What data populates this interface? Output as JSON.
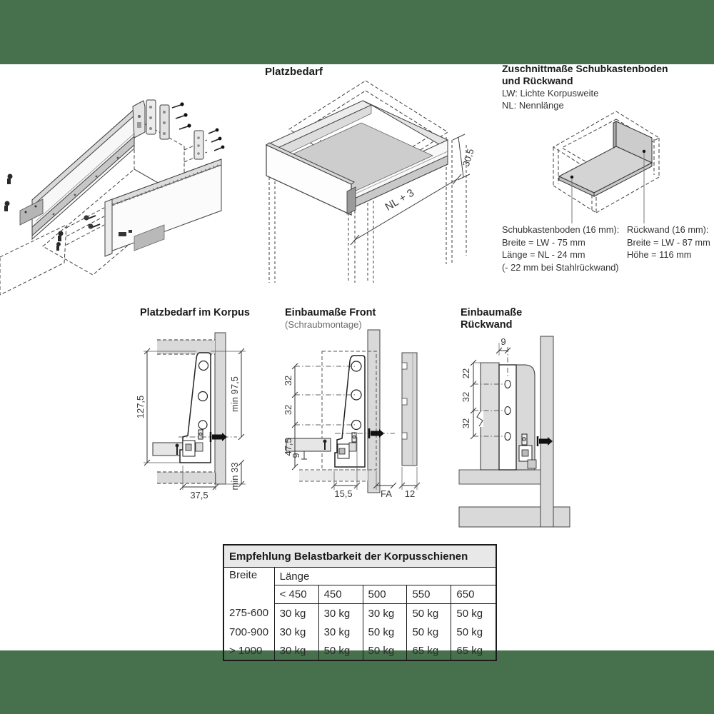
{
  "page": {
    "band_color": "#47714D"
  },
  "sections": {
    "platzbedarf": {
      "title": "Platzbedarf",
      "dim_depth": "NL + 3",
      "dim_height": "30,5"
    },
    "zuschnitt": {
      "title_line1": "Zuschnittmaße Schubkastenboden",
      "title_line2": "und Rückwand",
      "legend_lw": "LW: Lichte Korpusweite",
      "legend_nl": "NL: Nennlänge",
      "boden": {
        "heading": "Schubkastenboden (16 mm):",
        "line1": "Breite = LW - 75 mm",
        "line2": "Länge = NL - 24 mm",
        "line3": "(- 22 mm bei Stahlrückwand)"
      },
      "rueckwand": {
        "heading": "Rückwand (16 mm):",
        "line1": "Breite = LW - 87 mm",
        "line2": "Höhe = 116 mm"
      }
    },
    "platzbedarf_korpus": {
      "title": "Platzbedarf im Korpus",
      "dim_left": "127,5",
      "dim_right_top": "min 97,5",
      "dim_right_bottom": "min 33",
      "dim_bottom": "37,5"
    },
    "einbau_front": {
      "title": "Einbaumaße Front",
      "subtitle": "(Schraubmontage)",
      "dim_32a": "32",
      "dim_32b": "32",
      "dim_475": "47,5",
      "dim_9": "9",
      "dim_155": "15,5",
      "dim_fa": "FA",
      "dim_12": "12"
    },
    "einbau_rueckwand": {
      "title_line1": "Einbaumaße",
      "title_line2": "Rückwand",
      "dim_9": "9",
      "dim_22": "22",
      "dim_32a": "32",
      "dim_32b": "32"
    }
  },
  "table": {
    "title": "Empfehlung Belastbarkeit der Korpusschienen",
    "col1_header": "Breite",
    "col2_header": "Länge",
    "length_cols": [
      "< 450",
      "450",
      "500",
      "550",
      "650"
    ],
    "rows": [
      {
        "breite": "275-600",
        "values": [
          "30 kg",
          "30 kg",
          "30 kg",
          "50 kg",
          "50 kg"
        ]
      },
      {
        "breite": "700-900",
        "values": [
          "30 kg",
          "30 kg",
          "50 kg",
          "50 kg",
          "50 kg"
        ]
      },
      {
        "breite": "> 1000",
        "values": [
          "30 kg",
          "50 kg",
          "50 kg",
          "65 kg",
          "65 kg"
        ]
      }
    ]
  }
}
